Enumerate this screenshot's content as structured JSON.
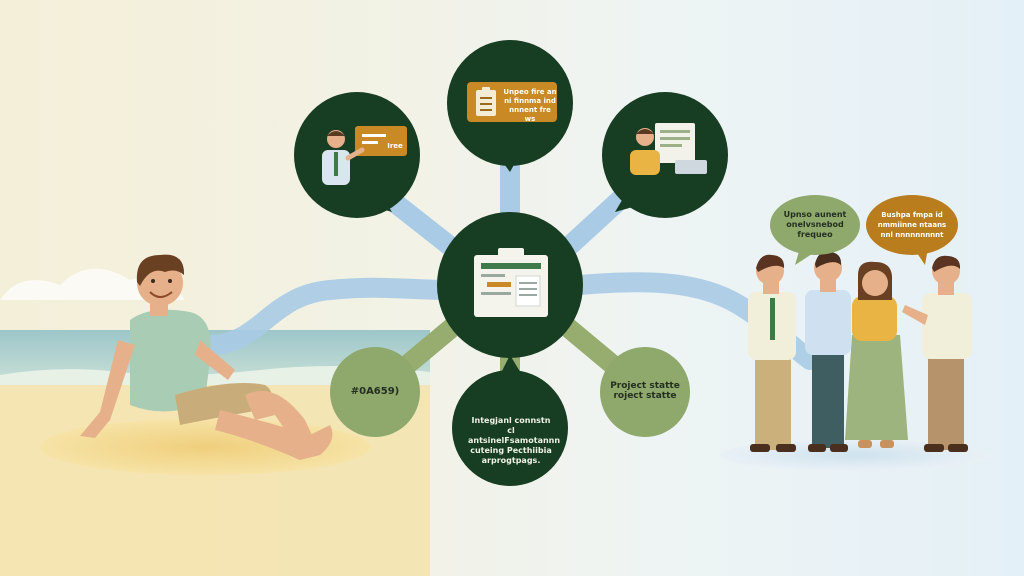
{
  "bubbles": {
    "top_note": "Unpeo fire an\nni finnma ind\nnnnent fre ws",
    "left_note": "Iree",
    "bottom_center": "Integjanl connstn cl\nantsinelFsamotannn\ncuteing Pecthiibia\narprogtpags.",
    "left_small": "#0A659)",
    "right_small": "Project statte\nroject statte",
    "right_green_speech": "Upnso aunent\nonelvsnebod\nfrequeo",
    "right_orange_speech": "Bushpa fmpa id\nnmmiinne ntaans\nnnl nnnnnnnnnt"
  },
  "colors": {
    "node_dark": "#173d22",
    "connector_blue": "#a9cbe6",
    "connector_green": "#97ad6f",
    "node_green": "#8fa86c",
    "accent_orange": "#b97d1e",
    "sand": "#f2d48a",
    "sea": "#6faebc"
  },
  "icons": [
    "clipboard-icon",
    "screen-icon",
    "laptop-icon",
    "chart-card-icon"
  ]
}
